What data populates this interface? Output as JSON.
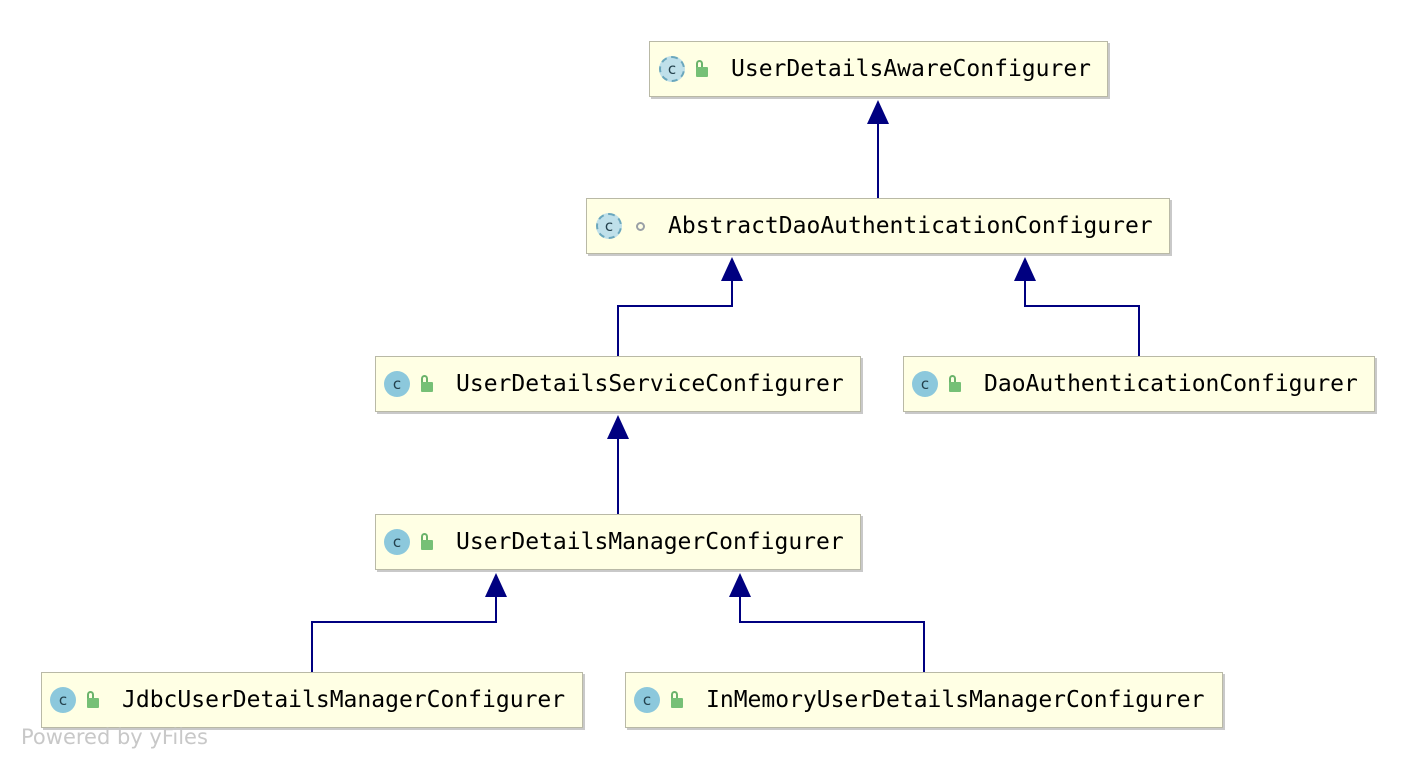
{
  "nodes": {
    "user_details_aware": {
      "label": "UserDetailsAwareConfigurer",
      "kind": "class",
      "visibility": "public"
    },
    "abstract_dao": {
      "label": "AbstractDaoAuthenticationConfigurer",
      "kind": "abstract-class",
      "visibility": "package-private"
    },
    "user_details_service": {
      "label": "UserDetailsServiceConfigurer",
      "kind": "class",
      "visibility": "public"
    },
    "dao_auth": {
      "label": "DaoAuthenticationConfigurer",
      "kind": "class",
      "visibility": "public"
    },
    "user_details_manager": {
      "label": "UserDetailsManagerConfigurer",
      "kind": "class",
      "visibility": "public"
    },
    "jdbc_manager": {
      "label": "JdbcUserDetailsManagerConfigurer",
      "kind": "class",
      "visibility": "public"
    },
    "inmemory_manager": {
      "label": "InMemoryUserDetailsManagerConfigurer",
      "kind": "class",
      "visibility": "public"
    }
  },
  "edges": [
    {
      "from": "abstract_dao",
      "to": "user_details_aware",
      "type": "extends"
    },
    {
      "from": "user_details_service",
      "to": "abstract_dao",
      "type": "extends"
    },
    {
      "from": "dao_auth",
      "to": "abstract_dao",
      "type": "extends"
    },
    {
      "from": "user_details_manager",
      "to": "user_details_service",
      "type": "extends"
    },
    {
      "from": "jdbc_manager",
      "to": "user_details_manager",
      "type": "extends"
    },
    {
      "from": "inmemory_manager",
      "to": "user_details_manager",
      "type": "extends"
    }
  ],
  "icons": {
    "class_icon_letter": "c",
    "visibility_icon": "lock-icon"
  },
  "colors": {
    "edge": "#000080",
    "node_fill": "#ffffe4",
    "class_icon": "#8cc8dc",
    "public_icon": "#76c076"
  },
  "watermark": "Powered by yFiles"
}
